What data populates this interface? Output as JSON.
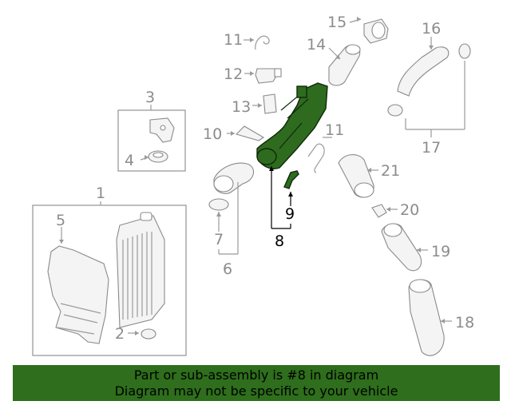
{
  "callouts": {
    "c1": "1",
    "c2": "2",
    "c3": "3",
    "c4": "4",
    "c5": "5",
    "c6": "6",
    "c7": "7",
    "c8": "8",
    "c9": "9",
    "c10": "10",
    "c11a": "11",
    "c11b": "11",
    "c12": "12",
    "c13": "13",
    "c14": "14",
    "c15": "15",
    "c16": "16",
    "c17": "17",
    "c18": "18",
    "c19": "19",
    "c20": "20",
    "c21": "21"
  },
  "banner": {
    "line1": "Part or sub-assembly is #8 in diagram",
    "line2": "Diagram may not be specific to your vehicle"
  },
  "colors": {
    "highlight": "#2e6b1f",
    "banner": "#2e6e1c",
    "line": "#9a9a9a"
  }
}
